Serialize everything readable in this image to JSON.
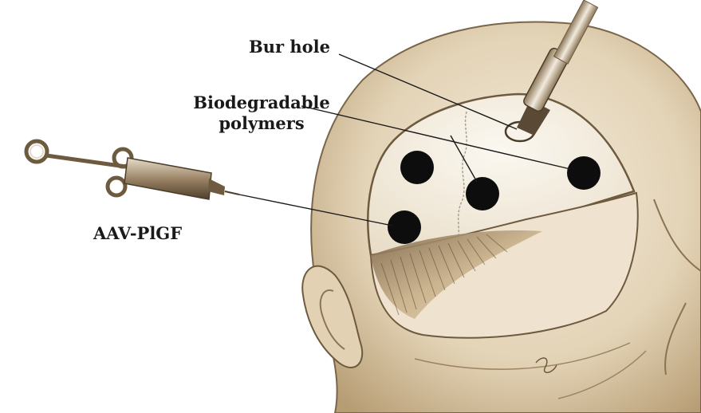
{
  "labels": {
    "bur_hole": "Bur hole",
    "biodegradable_line1": "Biodegradable",
    "biodegradable_line2": "polymers",
    "aav": "AAV-PlGF"
  },
  "colors": {
    "skin_light": "#efe3cf",
    "skin_mid": "#d9c7a6",
    "skin_dark": "#a88c62",
    "outline": "#6e5a3e",
    "polymer_dot": "#0d0d0d",
    "leader_line": "#1a1a1a"
  },
  "icons": [
    "syringe-icon",
    "catheter-icon",
    "polymer-wafer-icon"
  ]
}
